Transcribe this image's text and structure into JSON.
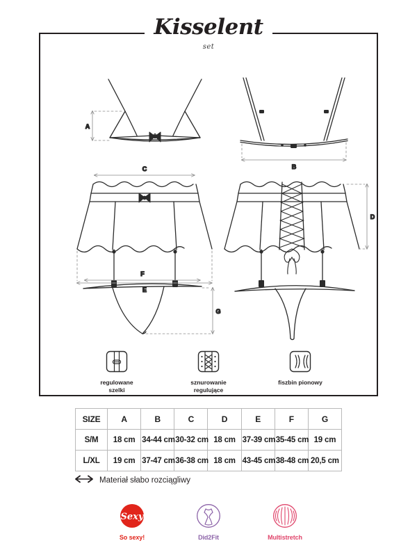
{
  "brand": {
    "name": "Kisselent",
    "subtitle": "set"
  },
  "diagram": {
    "views": [
      {
        "name": "bra-front",
        "measures": [
          "A"
        ]
      },
      {
        "name": "bra-back",
        "measures": [
          "B"
        ]
      },
      {
        "name": "skirt-front",
        "measures": [
          "C",
          "E"
        ]
      },
      {
        "name": "skirt-back",
        "measures": [
          "D"
        ]
      },
      {
        "name": "thong-front",
        "measures": [
          "F",
          "G"
        ]
      },
      {
        "name": "thong-back",
        "measures": []
      }
    ],
    "labels": {
      "a": "A",
      "b": "B",
      "c": "C",
      "d": "D",
      "e": "E",
      "f": "F",
      "g": "G"
    }
  },
  "features": [
    {
      "icon": "adjustable-straps-icon",
      "label": "regulowane\nszelki",
      "line1": "regulowane",
      "line2": "szelki"
    },
    {
      "icon": "adjustable-lacing-icon",
      "label": "sznurowanie\nregulujące",
      "line1": "sznurowanie",
      "line2": "regulujące"
    },
    {
      "icon": "vertical-boning-icon",
      "label": "fiszbin pionowy",
      "line1": "fiszbin pionowy",
      "line2": ""
    }
  ],
  "size_table": {
    "headers": [
      "SIZE",
      "A",
      "B",
      "C",
      "D",
      "E",
      "F",
      "G"
    ],
    "rows": [
      [
        "S/M",
        "18 cm",
        "34-44 cm",
        "30-32 cm",
        "18 cm",
        "37-39 cm",
        "35-45 cm",
        "19 cm"
      ],
      [
        "L/XL",
        "19 cm",
        "37-47 cm",
        "36-38 cm",
        "18 cm",
        "43-45 cm",
        "38-48 cm",
        "20,5 cm"
      ]
    ]
  },
  "stretch_note": {
    "icon": "double-arrow-icon",
    "text": "Materiał słabo rozciągliwy"
  },
  "badges": [
    {
      "mark": "sexy-circle-icon",
      "mark_text": "Sexy",
      "label": "So sexy!",
      "color": "#e1251b"
    },
    {
      "mark": "did2fit-icon",
      "label": "Did2Fit",
      "color": "#8c63a8"
    },
    {
      "mark": "multistretch-icon",
      "label": "Multistretch",
      "color": "#e0456b"
    }
  ],
  "colors": {
    "line": "#231f20",
    "dimension": "#8a8a8a",
    "table_border": "#b9b9b9"
  }
}
